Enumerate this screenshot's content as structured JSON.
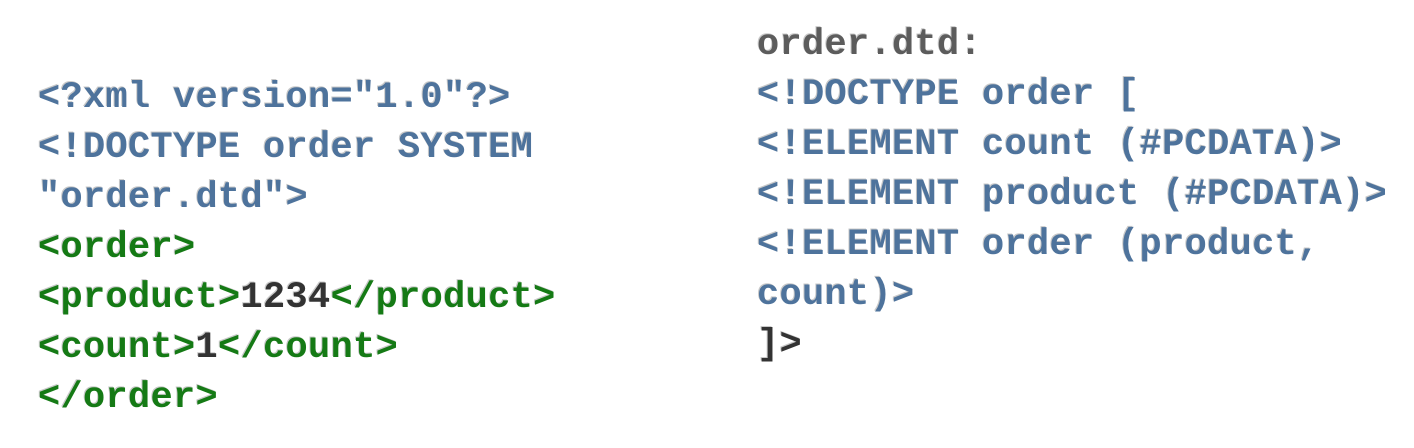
{
  "page": {
    "background": "#ffffff"
  },
  "colors": {
    "markup_blue": "#4e739c",
    "element_green": "#157a15",
    "value_dark": "#333333",
    "label_gray": "#5c5c5c"
  },
  "xml_document": {
    "description": "XML instance document referencing external DTD",
    "lines": [
      {
        "segments": [
          {
            "text": "<?xml version=\"1.0\"?>",
            "color": "markup_blue"
          }
        ]
      },
      {
        "segments": [
          {
            "text": "<!DOCTYPE order SYSTEM",
            "color": "markup_blue"
          }
        ]
      },
      {
        "segments": [
          {
            "text": "\"order.dtd\">",
            "color": "markup_blue"
          }
        ]
      },
      {
        "segments": [
          {
            "text": "<order>",
            "color": "element_green"
          }
        ]
      },
      {
        "segments": [
          {
            "text": "<product>",
            "color": "element_green"
          },
          {
            "text": "1234",
            "color": "value_dark"
          },
          {
            "text": "</product>",
            "color": "element_green"
          }
        ]
      },
      {
        "segments": [
          {
            "text": "<count>",
            "color": "element_green"
          },
          {
            "text": "1",
            "color": "value_dark"
          },
          {
            "text": "</count>",
            "color": "element_green"
          }
        ]
      },
      {
        "segments": [
          {
            "text": "</order>",
            "color": "element_green"
          }
        ]
      }
    ]
  },
  "dtd_document": {
    "filename_label": "order.dtd:",
    "lines": [
      {
        "segments": [
          {
            "text": "order.dtd:",
            "color": "label_gray"
          }
        ]
      },
      {
        "segments": [
          {
            "text": "<!DOCTYPE order [",
            "color": "markup_blue"
          }
        ]
      },
      {
        "segments": [
          {
            "text": "<!ELEMENT count (#PCDATA)>",
            "color": "markup_blue"
          }
        ]
      },
      {
        "segments": [
          {
            "text": "<!ELEMENT product (#PCDATA)>",
            "color": "markup_blue"
          }
        ]
      },
      {
        "segments": [
          {
            "text": "<!ELEMENT order (product,",
            "color": "markup_blue"
          }
        ]
      },
      {
        "segments": [
          {
            "text": "count)>",
            "color": "markup_blue"
          }
        ]
      },
      {
        "segments": [
          {
            "text": "]>",
            "color": "value_dark"
          }
        ]
      }
    ]
  }
}
